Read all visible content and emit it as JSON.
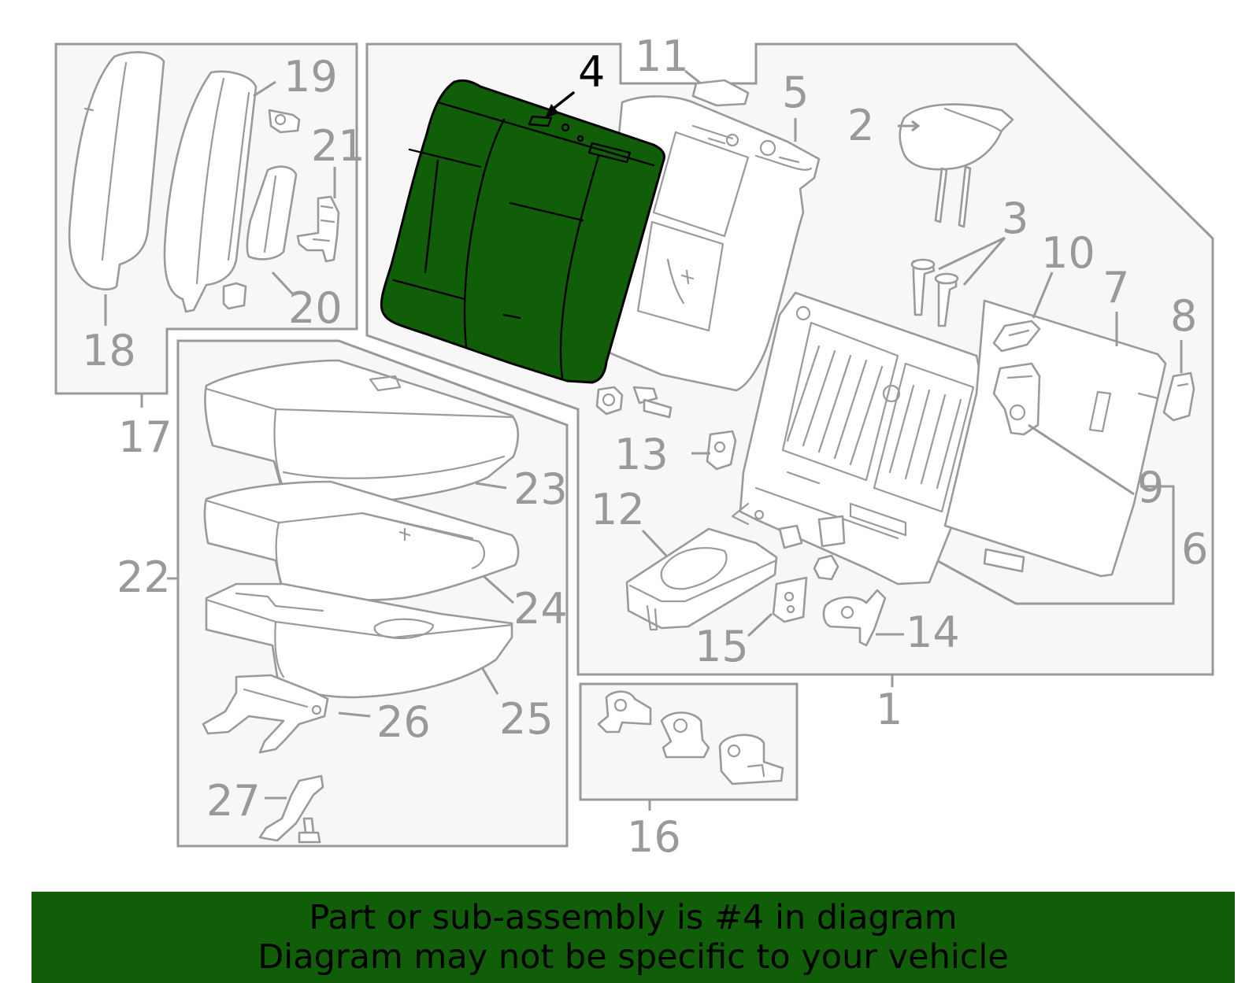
{
  "diagram": {
    "highlighted_part": "4",
    "highlight_color": "#105e08",
    "callouts": {
      "c1": "1",
      "c2": "2",
      "c3": "3",
      "c4": "4",
      "c5": "5",
      "c6": "6",
      "c7": "7",
      "c8": "8",
      "c9": "9",
      "c10": "10",
      "c11": "11",
      "c12": "12",
      "c13": "13",
      "c14": "14",
      "c15": "15",
      "c16": "16",
      "c17": "17",
      "c18": "18",
      "c19": "19",
      "c20": "20",
      "c21": "21",
      "c22": "22",
      "c23": "23",
      "c24": "24",
      "c25": "25",
      "c26": "26",
      "c27": "27"
    }
  },
  "banner": {
    "line1": "Part or sub-assembly is #4 in diagram",
    "line2": "Diagram may not be specific to your vehicle",
    "background": "#105e08"
  }
}
